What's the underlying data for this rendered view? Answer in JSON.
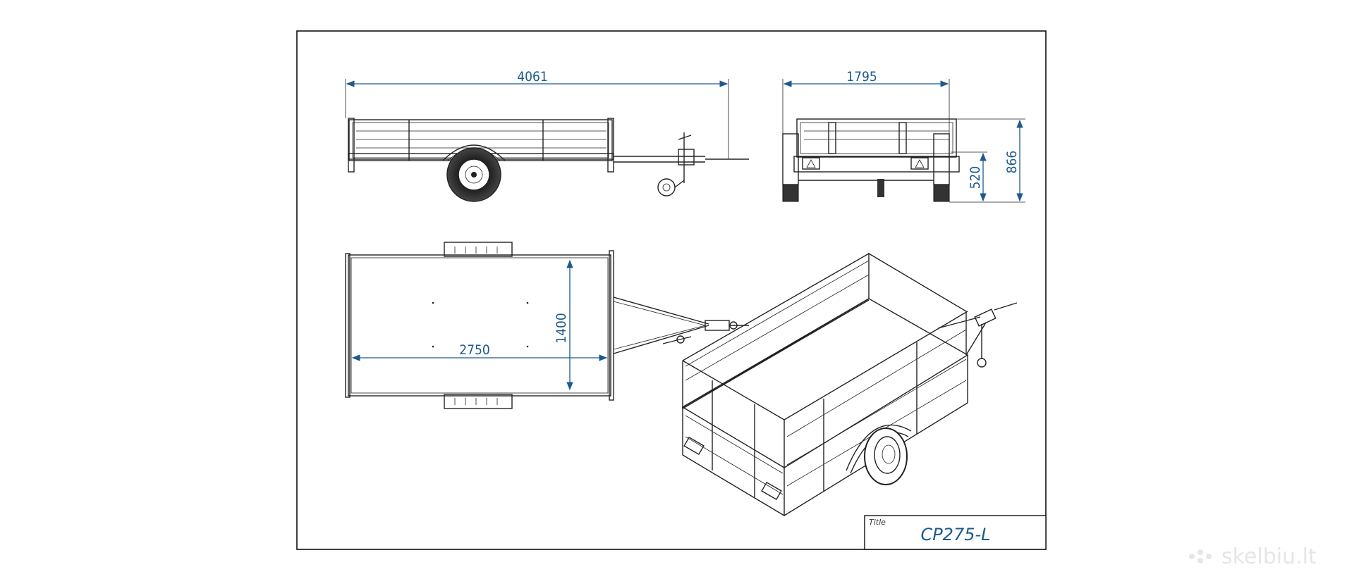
{
  "dimensions": {
    "length": "4061",
    "width": "1795",
    "height_total": "866",
    "height_bed": "520",
    "bed_length": "2750",
    "bed_width": "1400"
  },
  "title_block": {
    "label": "Title",
    "value": "CP275-L"
  },
  "watermark": "skelbiu.lt",
  "colors": {
    "dimension": "#1d5a8c",
    "line": "#222222"
  }
}
